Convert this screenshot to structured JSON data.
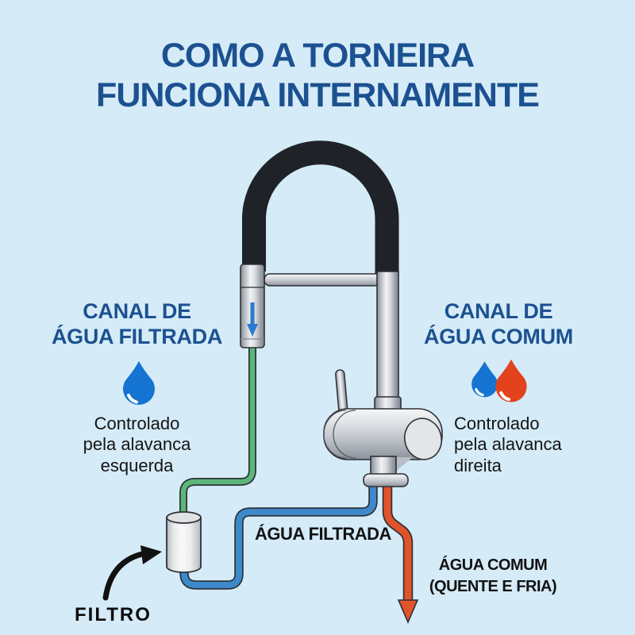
{
  "title": {
    "line1": "COMO A TORNEIRA",
    "line2": "FUNCIONA INTERNAMENTE"
  },
  "left_channel": {
    "heading_line1": "CANAL DE",
    "heading_line2": "ÁGUA FILTRADA",
    "desc_line1": "Controlado",
    "desc_line2": "pela alavanca",
    "desc_line3": "esquerda"
  },
  "right_channel": {
    "heading_line1": "CANAL DE",
    "heading_line2": "ÁGUA COMUM",
    "desc_line1": "Controlado",
    "desc_line2": "pela alavanca",
    "desc_line3": "direita"
  },
  "flow_labels": {
    "filtered_water": "ÁGUA FILTRADA",
    "common_water_line1": "ÁGUA COMUM",
    "common_water_line2": "(QUENTE E FRIA)",
    "filter": "FILTRO"
  },
  "icons": {
    "left_channel_icon": "water-drop-blue",
    "right_channel_icon_1": "water-drop-blue",
    "right_channel_icon_2": "water-drop-red",
    "spray_head_icon": "arrow-down",
    "filter_pointer_icon": "curved-arrow-right",
    "common_water_icon": "arrow-down"
  },
  "colors": {
    "background": "#d5ebf7",
    "heading_blue": "#1c5191",
    "text_dark": "#141414",
    "drop_blue": "#1574d1",
    "drop_red": "#e2431c",
    "tube_green": "#5cb67a",
    "tube_blue": "#3d89cb",
    "tube_orange": "#e1532a",
    "tube_outline": "#2e3237",
    "hose_black": "#1f2227",
    "flow_arrow_blue": "#2b79d3",
    "pointer_black": "#111111"
  }
}
